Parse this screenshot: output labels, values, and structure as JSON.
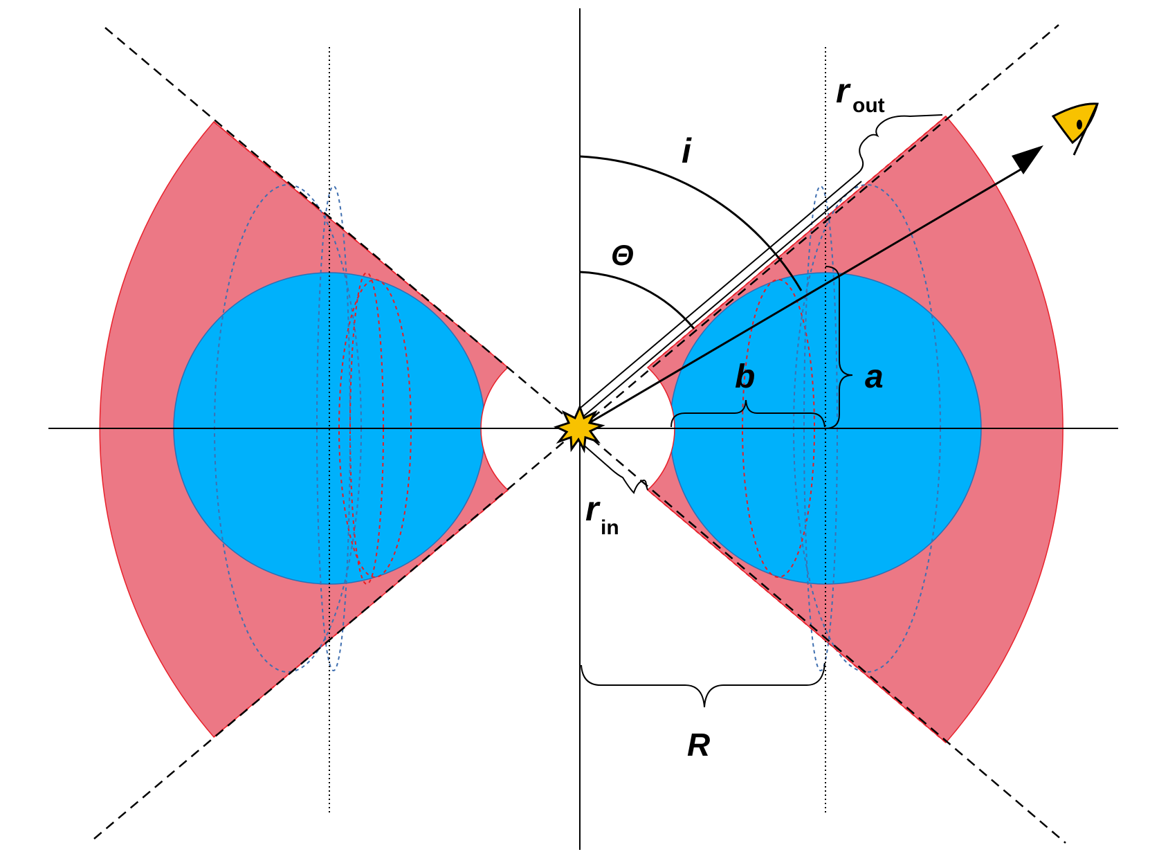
{
  "labels": {
    "theta": "Θ",
    "i": "i",
    "a": "a",
    "b": "b",
    "R": "R",
    "r_out_main": "r",
    "r_out_sub": "out",
    "r_in_main": "r",
    "r_in_sub": "in"
  },
  "colors": {
    "cone_fill": "#ec7885",
    "cone_edge": "#e8212b",
    "torus_fill": "#00b1fb",
    "torus_edge": "#2d6db3",
    "ellipse_blue": "#3f6fb0",
    "ellipse_red": "#e51f25",
    "source_fill": "#f8c200",
    "eye_fill": "#f8c200",
    "line": "#000000"
  },
  "icons": {
    "source": "central-source-star-icon",
    "observer": "observer-eye-icon"
  }
}
